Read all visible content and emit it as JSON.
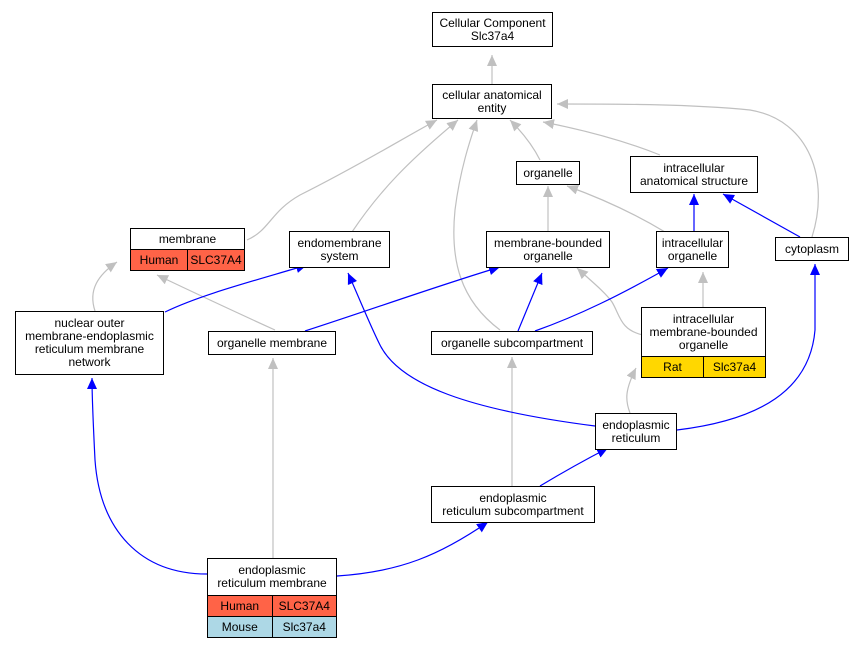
{
  "colors": {
    "is_a_edge": "#c0c0c0",
    "part_of_edge": "#0000ff",
    "human": "#ff6347",
    "mouse": "#add8e6",
    "rat": "#ffd700"
  },
  "nodes": {
    "root": {
      "line1": "Cellular Component",
      "line2": "Slc37a4"
    },
    "cellular_anatomical_entity": {
      "line1": "cellular anatomical",
      "line2": "entity"
    },
    "organelle": {
      "line1": "organelle"
    },
    "intracellular_anatomical_structure": {
      "line1": "intracellular",
      "line2": "anatomical structure"
    },
    "membrane": {
      "line1": "membrane",
      "annotations": [
        {
          "species": "Human",
          "gene": "SLC37A4"
        }
      ]
    },
    "endomembrane_system": {
      "line1": "endomembrane",
      "line2": "system"
    },
    "membrane_bounded_organelle": {
      "line1": "membrane-bounded",
      "line2": "organelle"
    },
    "intracellular_organelle": {
      "line1": "intracellular",
      "line2": "organelle"
    },
    "cytoplasm": {
      "line1": "cytoplasm"
    },
    "nuclear_outer_membrane_er_network": {
      "line1": "nuclear outer",
      "line2": "membrane-endoplasmic",
      "line3": "reticulum membrane",
      "line4": "network"
    },
    "organelle_membrane": {
      "line1": "organelle membrane"
    },
    "organelle_subcompartment": {
      "line1": "organelle subcompartment"
    },
    "intracellular_membrane_bounded_organelle": {
      "line1": "intracellular",
      "line2": "membrane-bounded",
      "line3": "organelle",
      "annotations": [
        {
          "species": "Rat",
          "gene": "Slc37a4"
        }
      ]
    },
    "endoplasmic_reticulum": {
      "line1": "endoplasmic",
      "line2": "reticulum"
    },
    "er_subcompartment": {
      "line1": "endoplasmic",
      "line2": "reticulum subcompartment"
    },
    "er_membrane": {
      "line1": "endoplasmic",
      "line2": "reticulum membrane",
      "annotations": [
        {
          "species": "Human",
          "gene": "SLC37A4"
        },
        {
          "species": "Mouse",
          "gene": "Slc37a4"
        }
      ]
    }
  }
}
